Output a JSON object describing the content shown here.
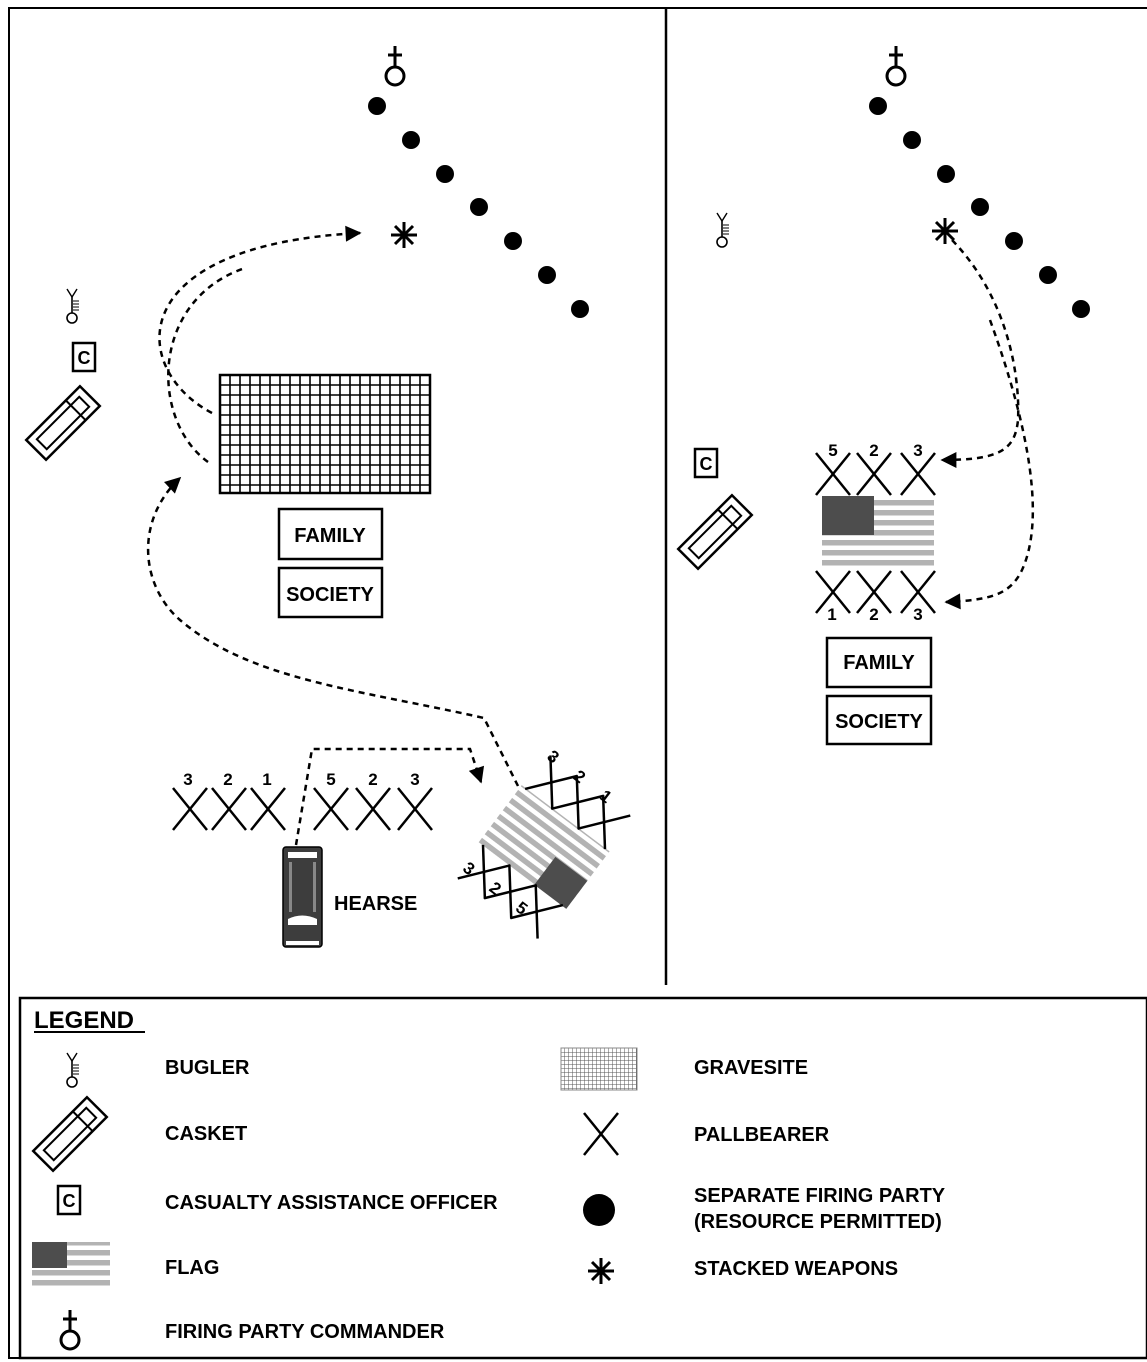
{
  "labels": {
    "family": "FAMILY",
    "society": "SOCIETY",
    "hearse": "HEARSE",
    "casualty_officer_letter": "C"
  },
  "pallbearer_numbers": {
    "left_row": [
      "3",
      "2",
      "1",
      "5",
      "2",
      "3"
    ],
    "casket_upper": [
      "3",
      "2",
      "1"
    ],
    "casket_lower": [
      "3",
      "2",
      "5"
    ],
    "right_top": [
      "5",
      "2",
      "3"
    ],
    "right_bottom": [
      "1",
      "2",
      "3"
    ]
  },
  "legend": {
    "title": "LEGEND",
    "items": [
      {
        "icon": "bugler-icon",
        "label": "BUGLER"
      },
      {
        "icon": "casket-icon",
        "label": "CASKET"
      },
      {
        "icon": "casualty-officer-icon",
        "label": "CASUALTY ASSISTANCE OFFICER"
      },
      {
        "icon": "flag-icon",
        "label": "FLAG"
      },
      {
        "icon": "firing-party-commander-icon",
        "label": "FIRING PARTY COMMANDER"
      },
      {
        "icon": "gravesite-icon",
        "label": "GRAVESITE"
      },
      {
        "icon": "pallbearer-icon",
        "label": "PALLBEARER"
      },
      {
        "icon": "firing-party-icon",
        "label": "SEPARATE FIRING PARTY",
        "label2": "(RESOURCE PERMITTED)"
      },
      {
        "icon": "stacked-weapons-icon",
        "label": "STACKED WEAPONS"
      }
    ]
  },
  "colors": {
    "ink": "#000000",
    "flag_union": "#4d4d4d",
    "flag_stripe": "#b3b3b3",
    "hearse_body": "#3d3d3d"
  }
}
